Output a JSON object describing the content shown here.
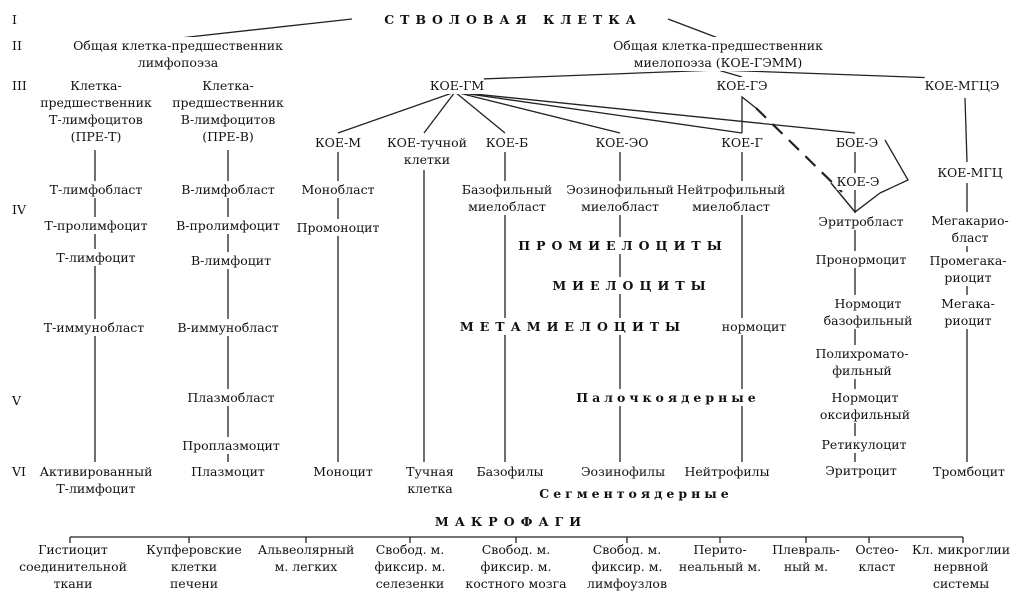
{
  "levels": [
    "I",
    "II",
    "III",
    "IV",
    "V",
    "VI"
  ],
  "stem": "СТВОЛОВАЯ КЛЕТКА",
  "lymph_progenitor": "Общая клетка-предшественник\nлимфопоэза",
  "myelo_progenitor": "Общая клетка-предшественник\nмиелопоэза (КОЕ-ГЭММ)",
  "pre_t": "Клетка-\nпредшественник\nТ-лимфоцитов\n(ПРЕ-Т)",
  "pre_b": "Клетка-\nпредшественник\nВ-лимфоцитов\n(ПРЕ-В)",
  "koe_gm": "КОЕ-ГМ",
  "koe_ge": "КОЕ-ГЭ",
  "koe_mgce": "КОЕ-МГЦЭ",
  "koe_m": "КОЕ-М",
  "koe_mast": "КОЕ-тучной\nклетки",
  "koe_b": "КОЕ-Б",
  "koe_eo": "КОЕ-ЭО",
  "koe_g": "КОЕ-Г",
  "boe_e": "БОЕ-Э",
  "koe_e": "КОЕ-Э",
  "koe_mgc": "КОЕ-МГЦ",
  "t_line": [
    "Т-лимфобласт",
    "Т-пролимфоцит",
    "Т-лимфоцит",
    "Т-иммунобласт",
    "Активированный\nТ-лимфоцит"
  ],
  "b_line": [
    "В-лимфобласт",
    "В-пролимфоцит",
    "В-лимфоцит",
    "В-иммунобласт",
    "Плазмобласт",
    "Проплазмоцит",
    "Плазмоцит"
  ],
  "mono_line": [
    "Монобласт",
    "Промоноцит",
    "Моноцит"
  ],
  "mast_final": "Тучная\nклетка",
  "baso_blast": "Базофильный\nмиелобласт",
  "eos_blast": "Эозинофильный\nмиелобласт",
  "neut_blast": "Нейтрофильный\nмиелобласт",
  "promyelocytes": "ПРОМИЕЛОЦИТЫ",
  "myelocytes": "МИЕЛОЦИТЫ",
  "metamyelocytes": "МЕТАМИЕЛОЦИТЫ",
  "normocyte": "нормоцит",
  "band": "Палочкоядерные",
  "segmented": "Сегментоядерные",
  "basophils": "Базофилы",
  "eosinophils": "Эозинофилы",
  "neutrophils": "Нейтрофилы",
  "ery_line": [
    "Эритробласт",
    "Пронормоцит",
    "Нормоцит\nбазофильный",
    "Полихромато-\nфильный",
    "Нормоцит\nоксифильный",
    "Ретикулоцит",
    "Эритроцит"
  ],
  "mgc_line": [
    "Мегакарио-\nбласт",
    "Промегака-\nриоцит",
    "Мегака-\nриоцит",
    "Тромбоцит"
  ],
  "macrophages": "МАКРОФАГИ",
  "macro_items": [
    "Гистиоцит\nсоединительной\nткани",
    "Купферовские\nклетки\nпечени",
    "Альвеолярный\nм. легких",
    "Свобод. м.\nфиксир. м.\nселезенки",
    "Свобод. м.\nфиксир. м.\nкостного мозга",
    "Свобод. м.\nфиксир. м.\nлимфоузлов",
    "Перито-\nнеальный м.",
    "Плевраль-\nный м.",
    "Остео-\nкласт",
    "Кл. микроглии\nнервной\nсистемы"
  ]
}
